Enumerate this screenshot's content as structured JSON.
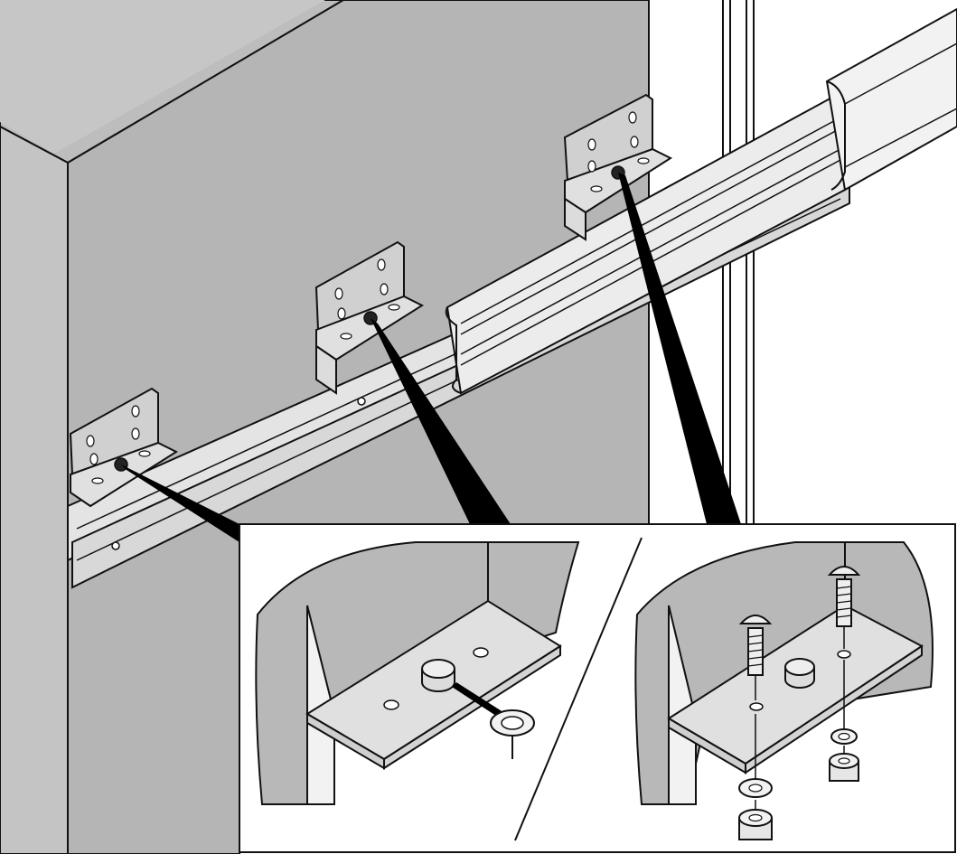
{
  "diagram": {
    "type": "assembly-illustration",
    "subject": "slide-rail-bracket-mounting",
    "colors": {
      "wall": "#b5b5b5",
      "wall_side": "#c4c4c4",
      "wall_top": "#bdbdbd",
      "metal": "#d8d8d8",
      "metal_light": "#eeeeee",
      "outline": "#111111",
      "background": "#ffffff",
      "callout": "#000000"
    },
    "brackets": [
      {
        "id": "bracket-left",
        "fastener": "push-nut"
      },
      {
        "id": "bracket-middle",
        "fastener": "push-nut"
      },
      {
        "id": "bracket-right",
        "fastener": "push-nut"
      }
    ],
    "insets": [
      {
        "id": "detail-a",
        "parts": [
          "push-pin",
          "push-nut-washer"
        ]
      },
      {
        "id": "detail-b",
        "parts": [
          "round-head-screw",
          "round-head-screw",
          "push-pin",
          "washer",
          "washer",
          "hex-nut",
          "hex-nut"
        ]
      }
    ]
  }
}
